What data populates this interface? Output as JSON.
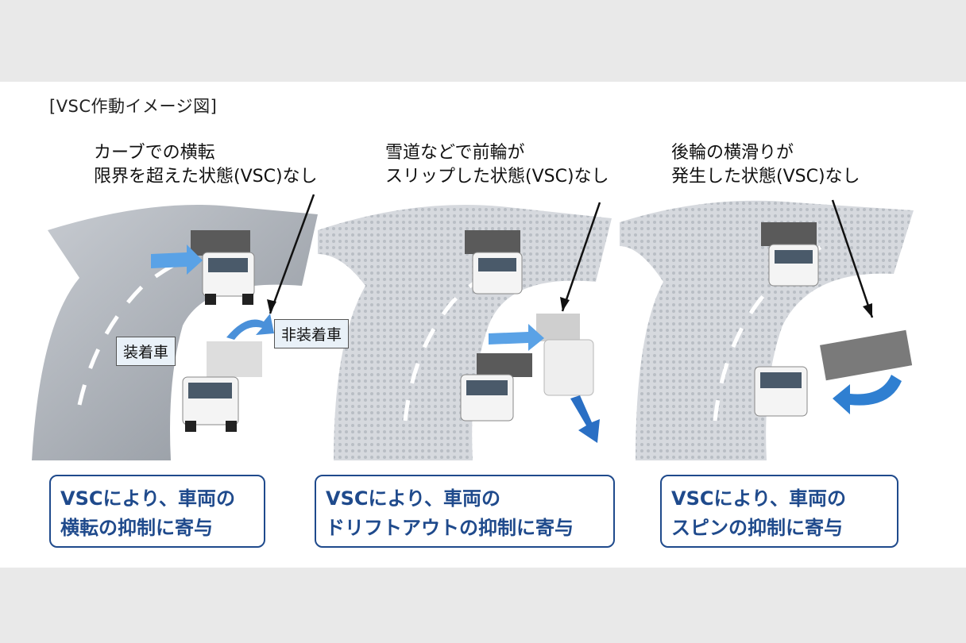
{
  "title": "[VSC作動イメージ図]",
  "scenes": [
    {
      "caption_line1": "カーブでの横転",
      "caption_line2": "限界を超えた状態(VSC)なし",
      "label_equipped": "装着車",
      "label_unequipped": "非装着車",
      "result_line1": "VSCにより、車両の",
      "result_line2": "横転の抑制に寄与"
    },
    {
      "caption_line1": "雪道などで前輪が",
      "caption_line2": "スリップした状態(VSC)なし",
      "result_line1": "VSCにより、車両の",
      "result_line2": "ドリフトアウトの抑制に寄与"
    },
    {
      "caption_line1": "後輪の横滑りが",
      "caption_line2": "発生した状態(VSC)なし",
      "result_line1": "VSCにより、車両の",
      "result_line2": "スピンの抑制に寄与"
    }
  ],
  "colors": {
    "result_border": "#1f4a8c",
    "arrow_blue": "#2f7fd1",
    "road_gray": "#9aa0a8"
  }
}
